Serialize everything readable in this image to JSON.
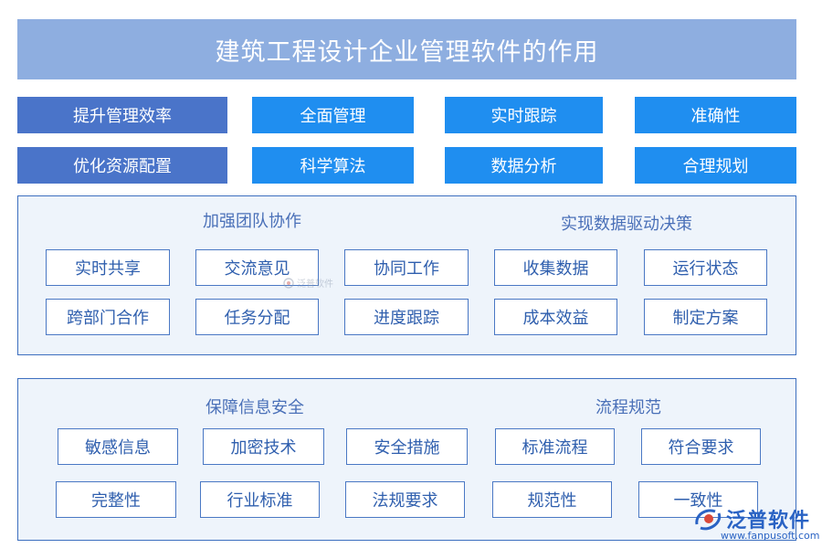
{
  "title": "建筑工程设计企业管理软件的作用",
  "top_tags": [
    {
      "label": "提升管理效率"
    },
    {
      "label": "全面管理"
    },
    {
      "label": "实时跟踪"
    },
    {
      "label": "准确性"
    },
    {
      "label": "优化资源配置"
    },
    {
      "label": "科学算法"
    },
    {
      "label": "数据分析"
    },
    {
      "label": "合理规划"
    }
  ],
  "panel1": {
    "left_title": "加强团队协作",
    "right_title": "实现数据驱动决策",
    "items": [
      "实时共享",
      "交流意见",
      "协同工作",
      "收集数据",
      "运行状态",
      "跨部门合作",
      "任务分配",
      "进度跟踪",
      "成本效益",
      "制定方案"
    ]
  },
  "panel2": {
    "left_title": "保障信息安全",
    "right_title": "流程规范",
    "items": [
      "敏感信息",
      "加密技术",
      "安全措施",
      "标准流程",
      "符合要求",
      "完整性",
      "行业标准",
      "法规要求",
      "规范性",
      "一致性"
    ]
  },
  "watermark": {
    "text": "泛普软件"
  },
  "logo": {
    "name": "泛普软件",
    "url": "www.fanpusoft.com"
  },
  "colors": {
    "title_bg": "#8eaee0",
    "tag_dark": "#4a74c9",
    "tag_bright": "#1f8ef0",
    "panel_bg": "#eef4fb",
    "border": "#3d6fbf",
    "text_blue": "#2f5fae"
  }
}
